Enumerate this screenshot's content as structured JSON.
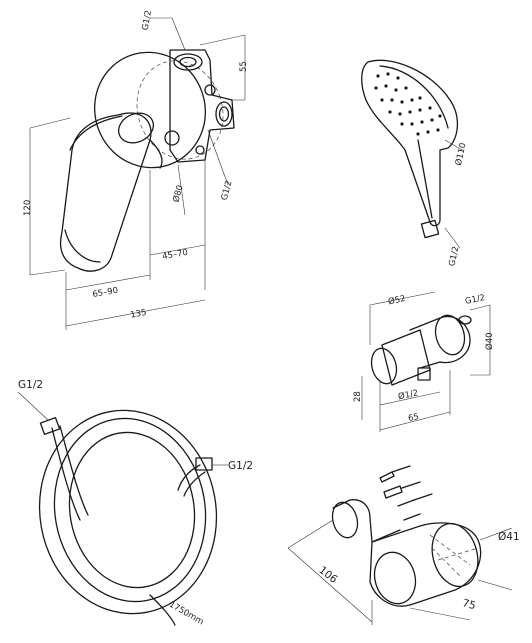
{
  "drawing": {
    "mixer": {
      "thread_top": "G1/2",
      "thread_side": "G1/2",
      "dim_height_body": "55",
      "dim_height": "120",
      "dim_diameter": "Ø80",
      "dim_depth_adj_1": "65–90",
      "dim_depth_adj_2": "45–70",
      "dim_depth_total": "135"
    },
    "hand_shower": {
      "dim_diameter": "Ø110",
      "thread": "G1/2"
    },
    "wall_outlet": {
      "thread": "G1/2",
      "dim_top": "Ø52",
      "dim_right": "Ø40",
      "dim_left": "28",
      "dim_center": "Ø1/2",
      "dim_bottom": "65"
    },
    "hose": {
      "thread_left": "G1/2",
      "thread_right": "G1/2",
      "dim_length": "1750mm"
    },
    "holder": {
      "dim_diameter": "Ø41",
      "dim_length": "106",
      "dim_width": "75"
    }
  }
}
